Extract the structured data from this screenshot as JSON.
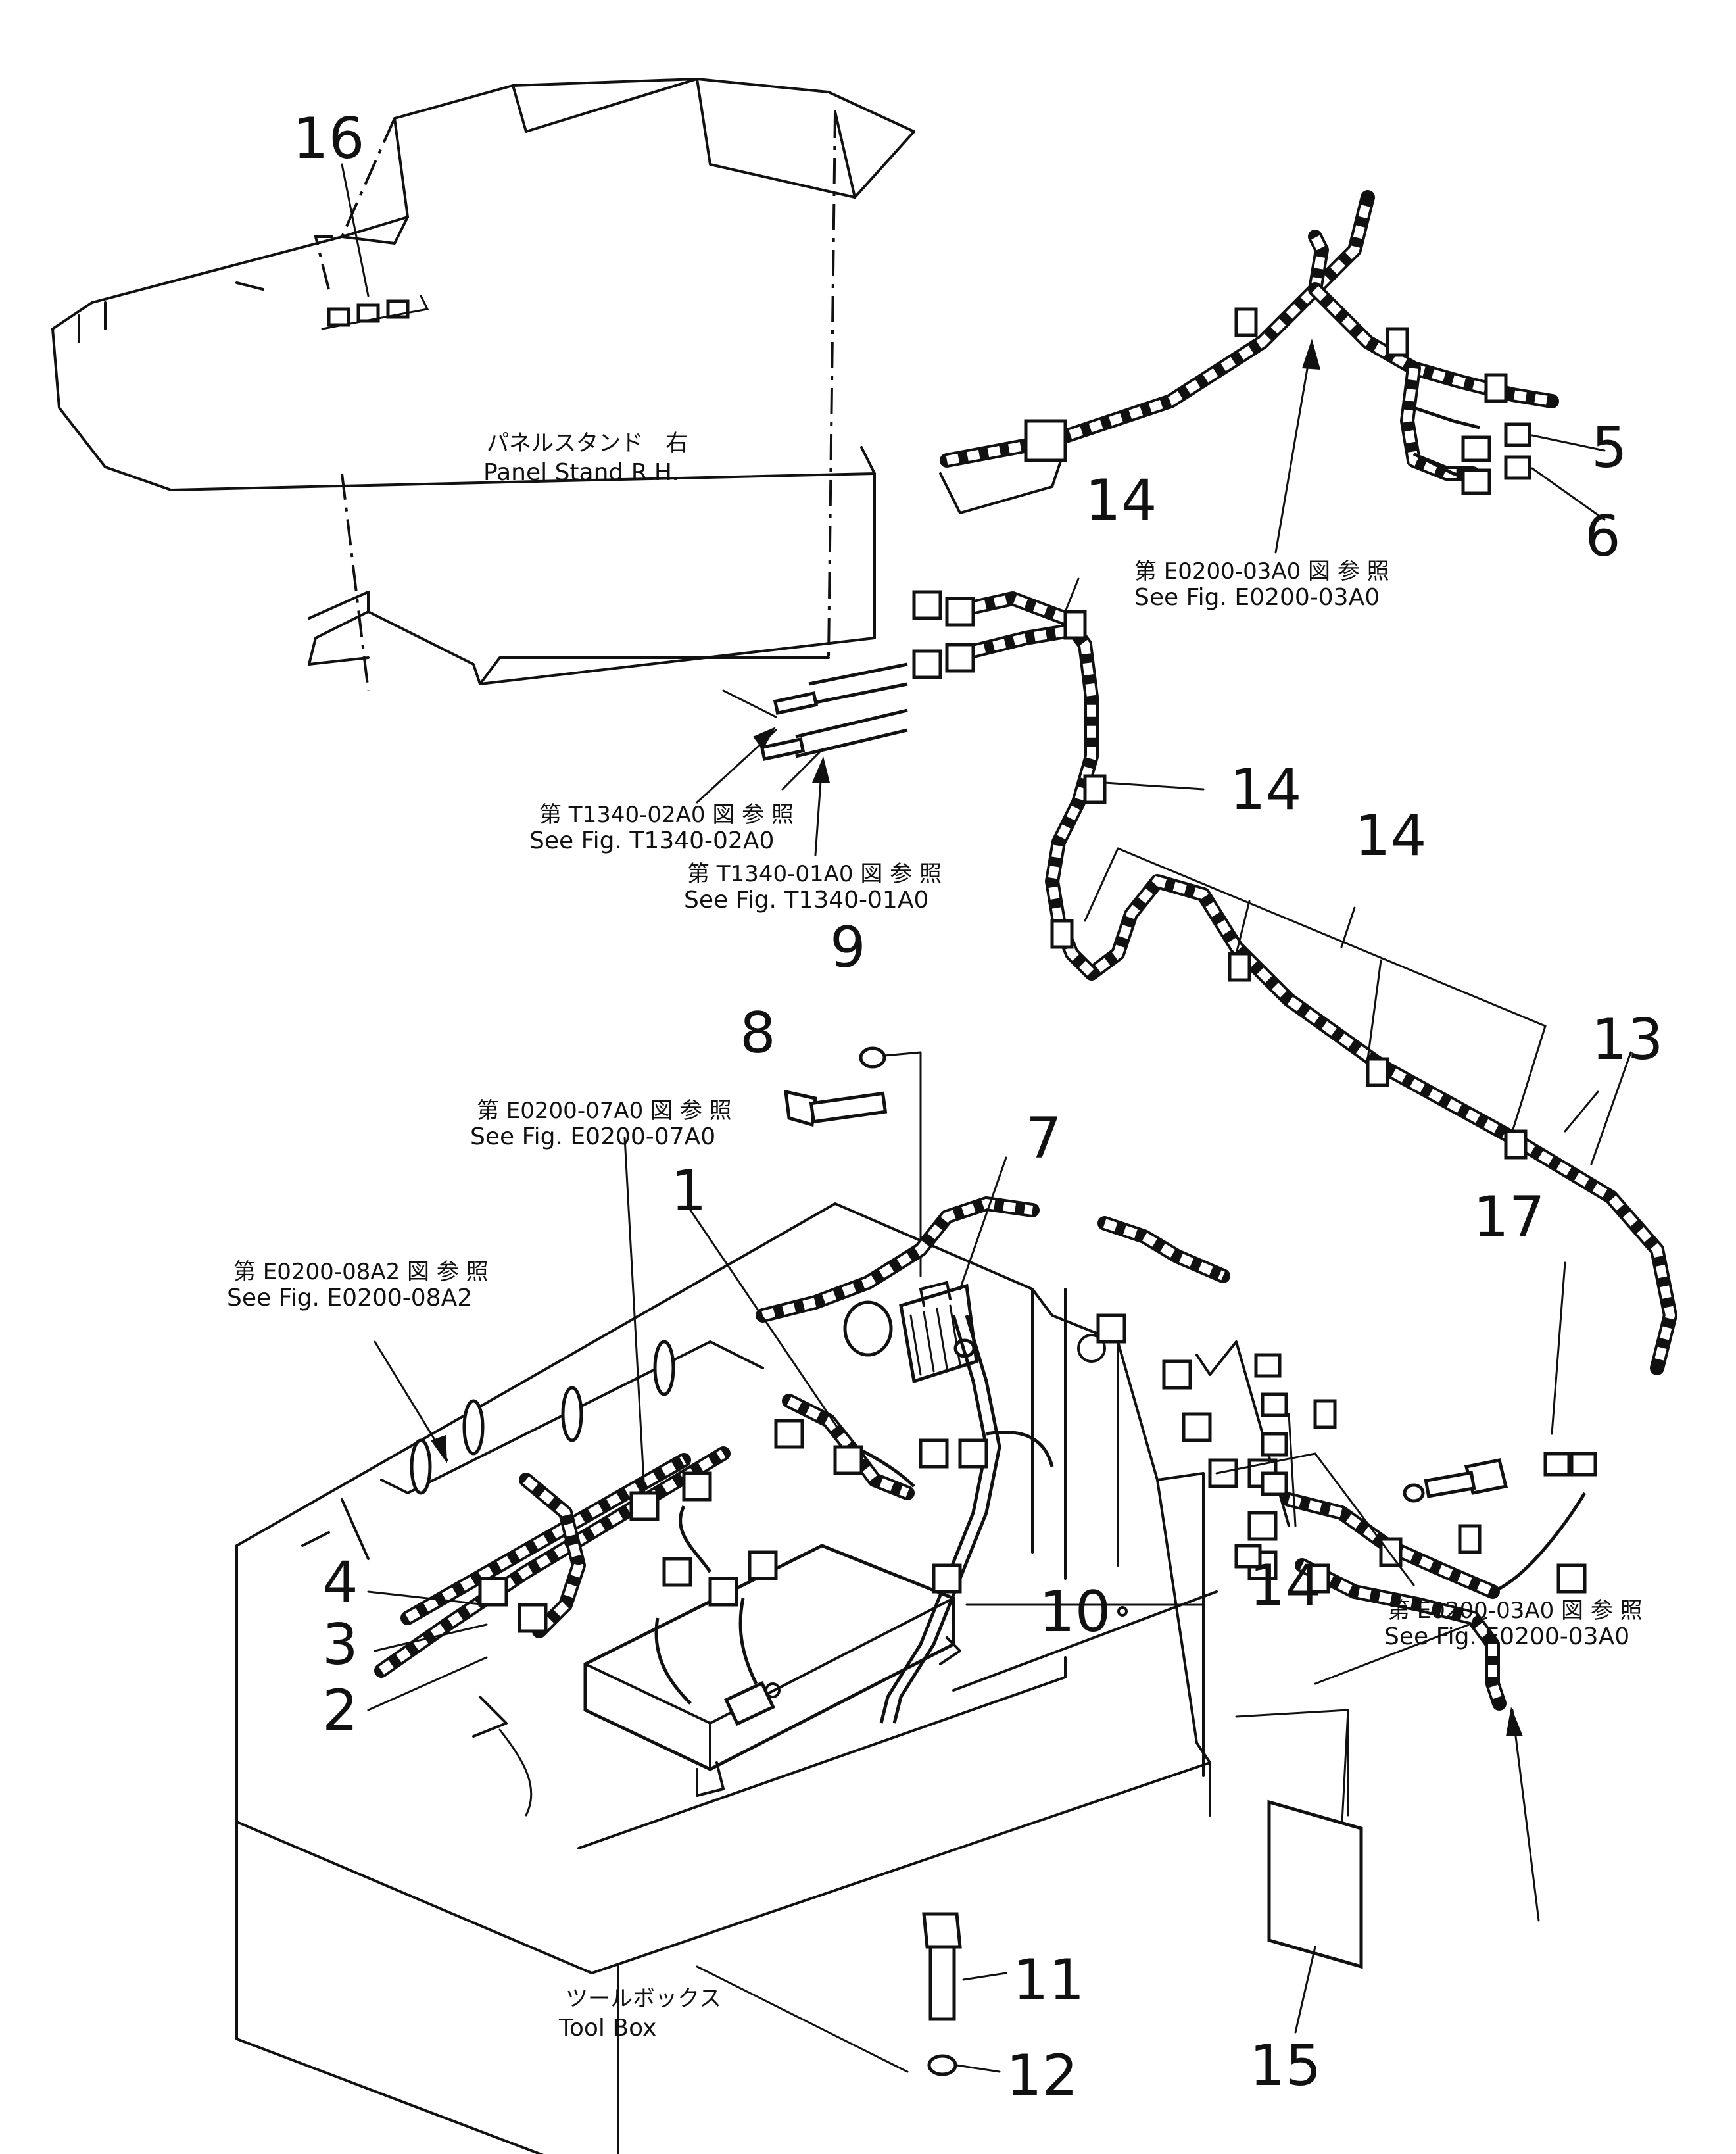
{
  "callouts": {
    "c1": "1",
    "c2": "2",
    "c3": "3",
    "c4": "4",
    "c5": "5",
    "c6": "6",
    "c7": "7",
    "c8": "8",
    "c9": "9",
    "c10": "10",
    "c11": "11",
    "c12": "12",
    "c13": "13",
    "c14a": "14",
    "c14b": "14",
    "c14c": "14",
    "c14d": "14",
    "c15": "15",
    "c16": "16",
    "c17": "17"
  },
  "labels": {
    "panel_stand_jp": "パネルスタンド　右",
    "panel_stand_en": "Panel  Stand  R.H.",
    "tool_box_jp": "ツールボックス",
    "tool_box_en": "Tool  Box"
  },
  "references": {
    "e0200_03a0_top_jp": "第 E0200-03A0 図 参 照",
    "e0200_03a0_top_en": "See Fig. E0200-03A0",
    "t1340_02a0_jp": "第 T1340-02A0 図 参 照",
    "t1340_02a0_en": "See Fig. T1340-02A0",
    "t1340_01a0_jp": "第 T1340-01A0 図 参 照",
    "t1340_01a0_en": "See Fig. T1340-01A0",
    "e0200_07a0_jp": "第 E0200-07A0 図 参 照",
    "e0200_07a0_en": "See Fig. E0200-07A0",
    "e0200_08a2_jp": "第 E0200-08A2 図 参 照",
    "e0200_08a2_en": "See Fig. E0200-08A2",
    "e0200_03a0_bottom_jp": "第 E0200-03A0 図 参 照",
    "e0200_03a0_bottom_en": "See Fig. E0200-03A0"
  }
}
